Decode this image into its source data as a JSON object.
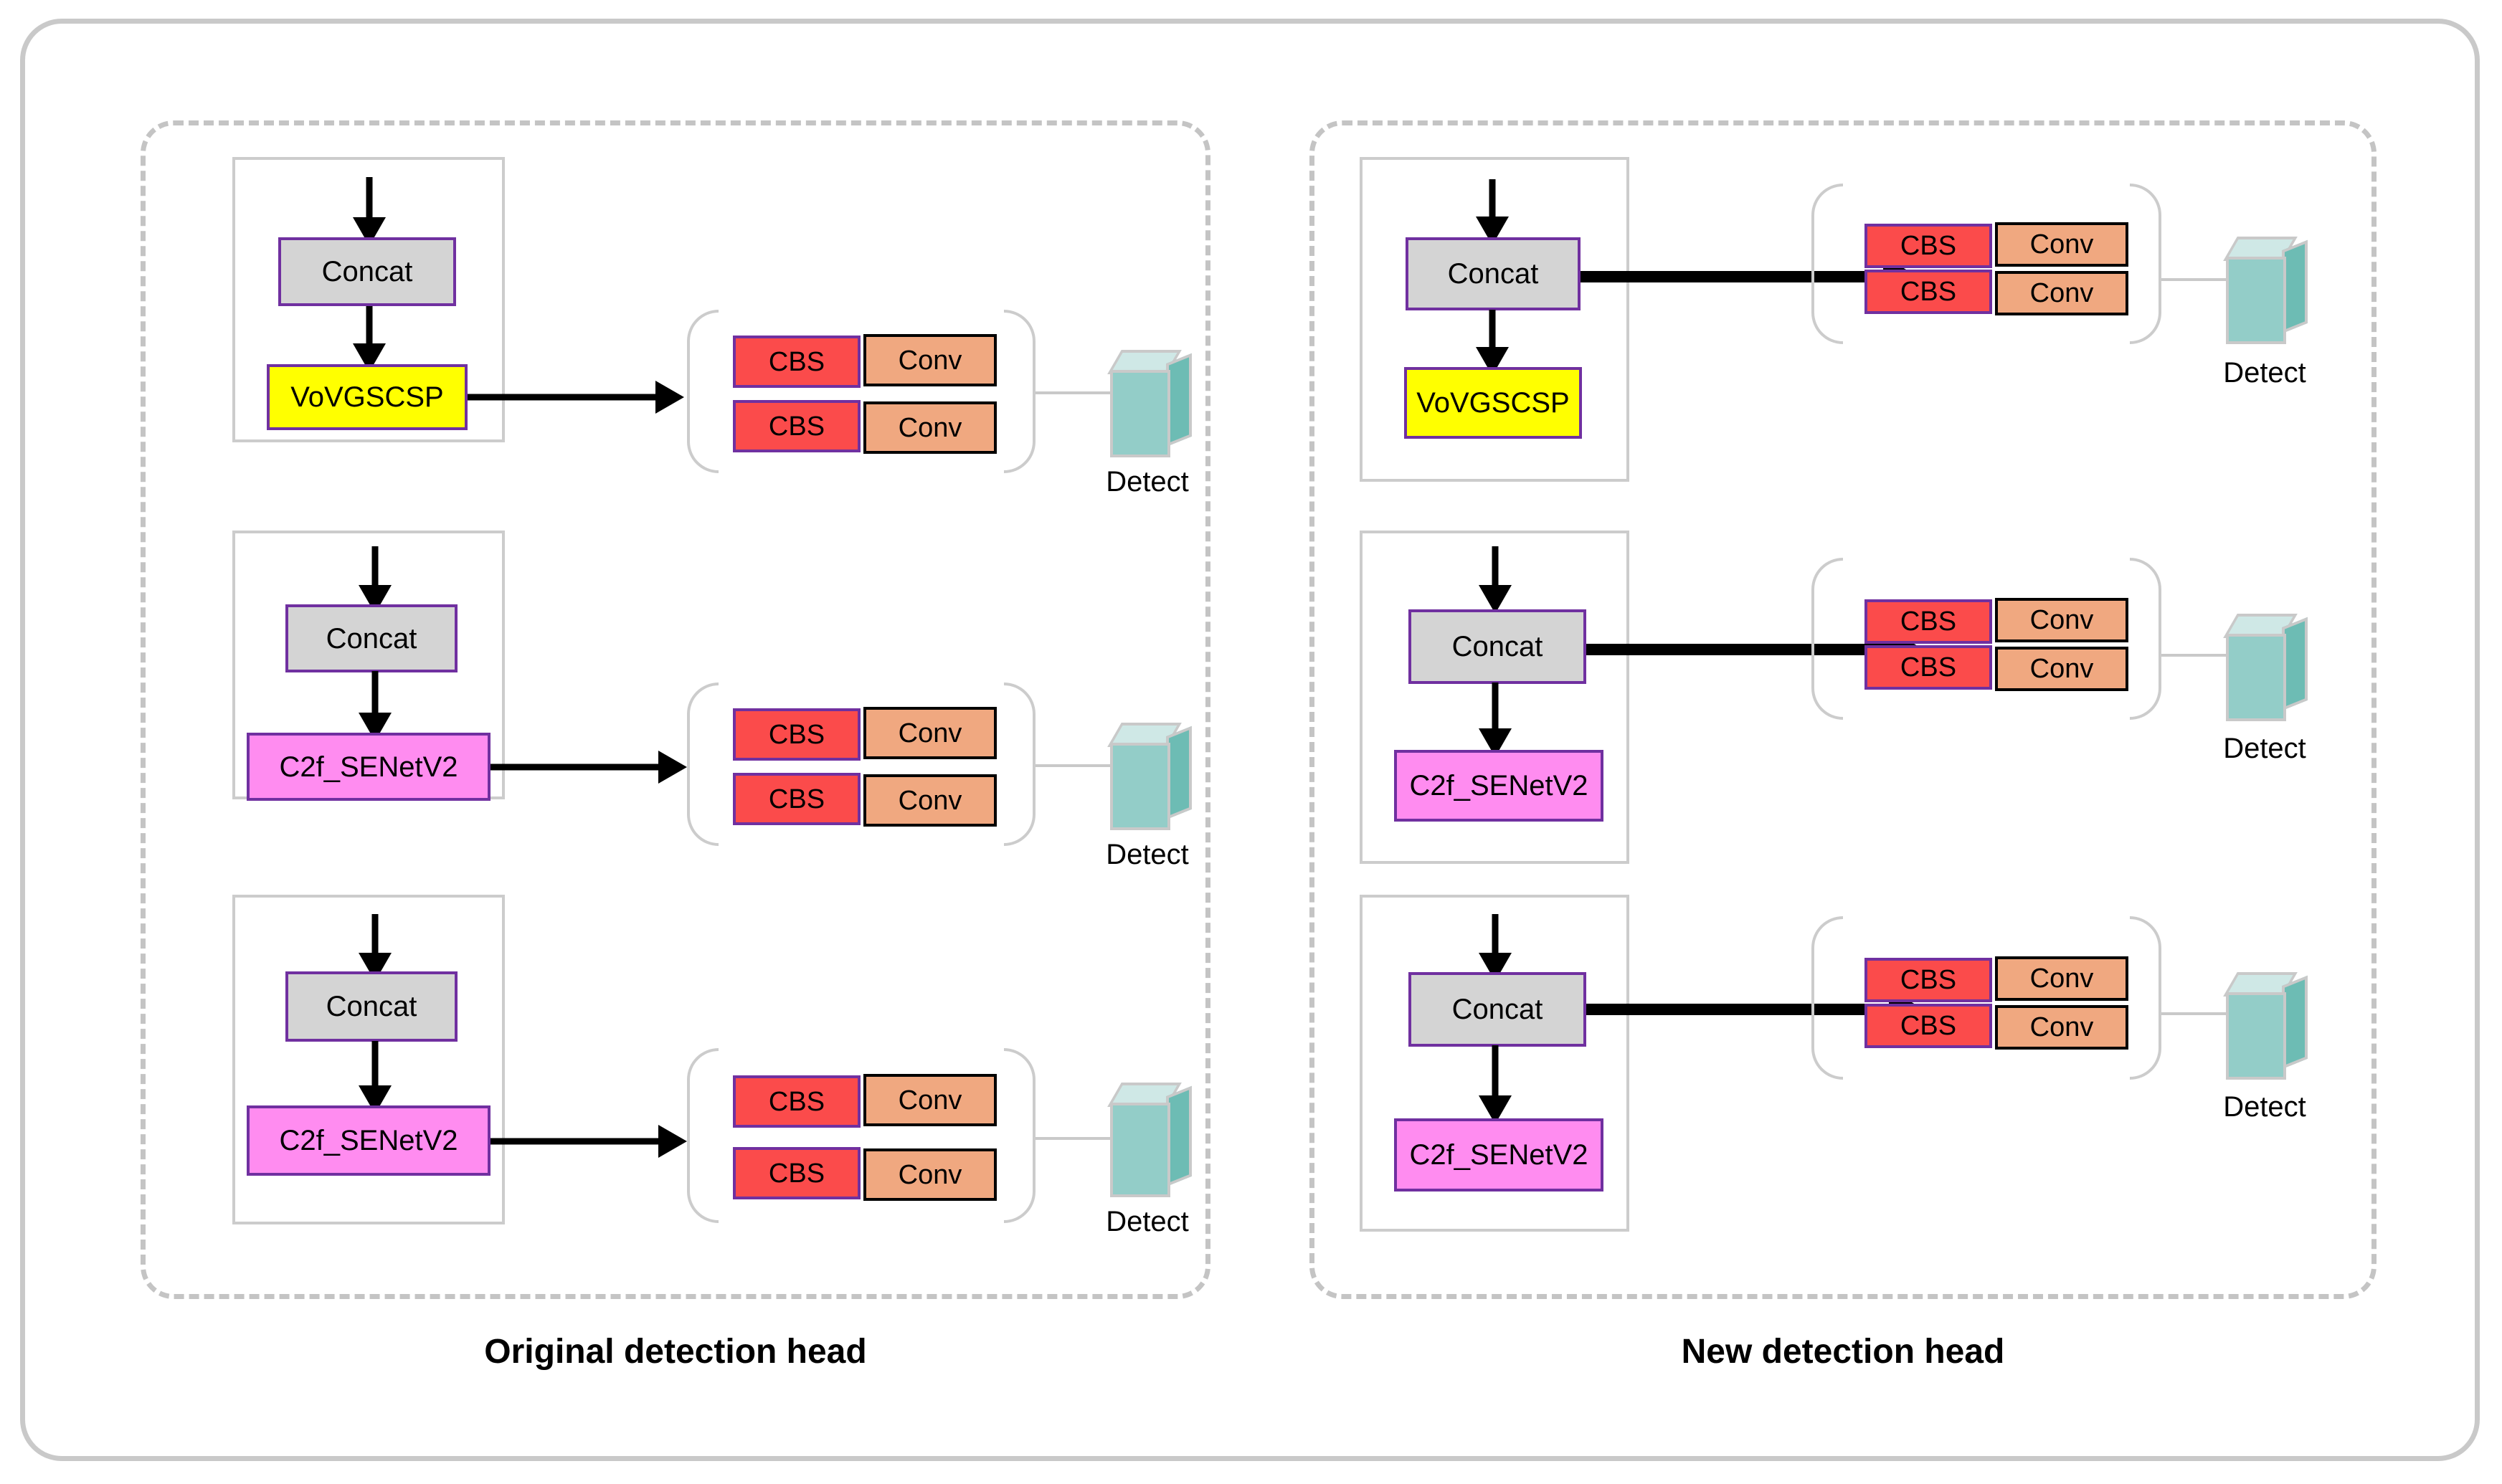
{
  "diagram": {
    "title_left": "Original detection head",
    "title_right": "New detection head",
    "colors": {
      "frame": "#c9c9c9",
      "dashed": "#c4c4c4",
      "concat_fill": "#d4d4d4",
      "vovgscsp_fill": "#ffff00",
      "c2f_fill": "#ff8cf0",
      "cbs_fill": "#fb4b4b",
      "conv_fill": "#f0a880",
      "node_border_purple": "#7030a0",
      "conv_border": "#000000",
      "cube_front": "#93cdc8",
      "cube_side": "#6dbcb4",
      "cube_top": "#cfe8e6"
    }
  },
  "labels": {
    "concat": "Concat",
    "vovgscsp": "VoVGSCSP",
    "c2f_senetv2": "C2f_SENetV2",
    "cbs": "CBS",
    "conv": "Conv",
    "detect": "Detect"
  },
  "original_head": {
    "panel_label": "Original detection head",
    "branches": [
      {
        "index": 1,
        "backbone": [
          "Concat",
          "VoVGSCSP"
        ],
        "head_blocks": [
          [
            "CBS",
            "Conv"
          ],
          [
            "CBS",
            "Conv"
          ]
        ],
        "output": "Detect"
      },
      {
        "index": 2,
        "backbone": [
          "Concat",
          "C2f_SENetV2"
        ],
        "head_blocks": [
          [
            "CBS",
            "Conv"
          ],
          [
            "CBS",
            "Conv"
          ]
        ],
        "output": "Detect"
      },
      {
        "index": 3,
        "backbone": [
          "Concat",
          "C2f_SENetV2"
        ],
        "head_blocks": [
          [
            "CBS",
            "Conv"
          ],
          [
            "CBS",
            "Conv"
          ]
        ],
        "output": "Detect"
      }
    ]
  },
  "new_head": {
    "panel_label": "New detection head",
    "branches": [
      {
        "index": 1,
        "backbone": [
          "Concat",
          "VoVGSCSP"
        ],
        "head_blocks": [
          [
            "CBS",
            "Conv"
          ],
          [
            "CBS",
            "Conv"
          ]
        ],
        "output": "Detect"
      },
      {
        "index": 2,
        "backbone": [
          "Concat",
          "C2f_SENetV2"
        ],
        "head_blocks": [
          [
            "CBS",
            "Conv"
          ],
          [
            "CBS",
            "Conv"
          ]
        ],
        "output": "Detect"
      },
      {
        "index": 3,
        "backbone": [
          "Concat",
          "C2f_SENetV2"
        ],
        "head_blocks": [
          [
            "CBS",
            "Conv"
          ],
          [
            "CBS",
            "Conv"
          ]
        ],
        "output": "Detect"
      }
    ]
  }
}
